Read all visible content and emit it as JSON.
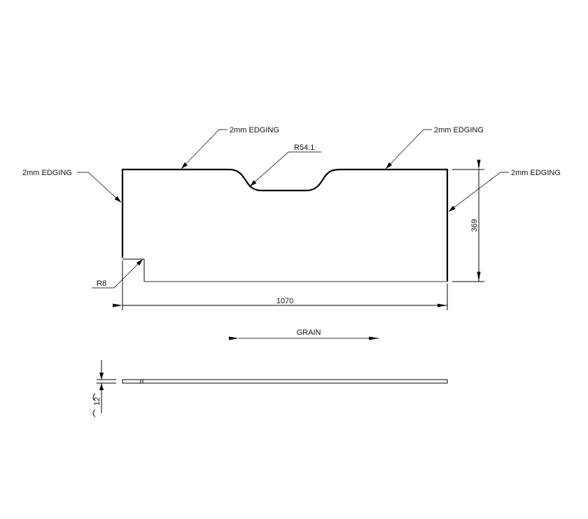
{
  "drawing": {
    "type": "panel-technical-drawing",
    "edging_labels": [
      {
        "id": "top-left",
        "text": "2mm EDGING"
      },
      {
        "id": "top-right",
        "text": "2mm EDGING"
      },
      {
        "id": "left",
        "text": "2mm EDGING"
      },
      {
        "id": "right",
        "text": "2mm EDGING"
      }
    ],
    "radius_cutout": {
      "text": "R54.1"
    },
    "radius_corner": {
      "text": "R8"
    },
    "dimensions": {
      "width": {
        "text": "1070"
      },
      "height": {
        "text": "369"
      },
      "thickness": {
        "text": "12"
      }
    },
    "grain": {
      "text": "GRAIN"
    },
    "colors": {
      "line": "#000000",
      "leader": "#333333",
      "gray_line": "#7a7a7a",
      "background": "#ffffff"
    }
  }
}
